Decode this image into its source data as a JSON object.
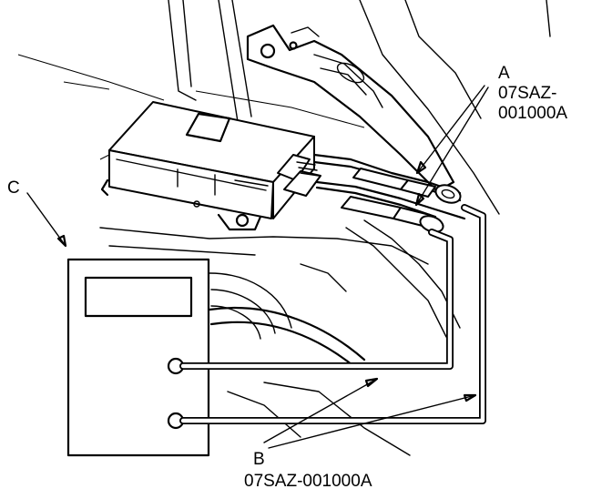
{
  "callouts": {
    "a": {
      "letter": "A",
      "part_line1": "07SAZ-",
      "part_line2": "001000A"
    },
    "b": {
      "letter": "B",
      "part": "07SAZ-001000A"
    },
    "c": {
      "letter": "C"
    }
  }
}
